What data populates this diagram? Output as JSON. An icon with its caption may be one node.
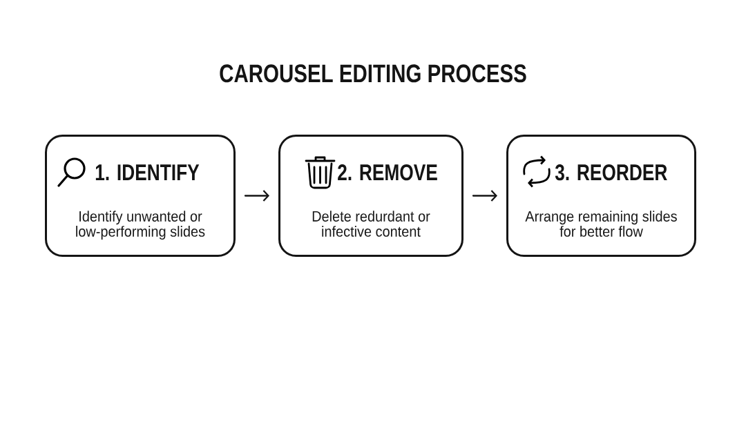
{
  "diagram": {
    "title": "CAROUSEL EDITING PROCESS",
    "nodes": [
      {
        "text": [
          "1. IDENTIFY",
          "Identify unwanted or low-performing slides"
        ]
      },
      {
        "text": [
          "2. REMOVE",
          "Delete redurdant or infective content"
        ]
      },
      {
        "text": [
          "3. REORDER",
          "Arrange remaining slides for better flow"
        ]
      }
    ],
    "edges": [
      {
        "from": 0,
        "to": 1,
        "arrow": "to"
      },
      {
        "from": 1,
        "to": 2,
        "arrow": "to"
      }
    ]
  }
}
